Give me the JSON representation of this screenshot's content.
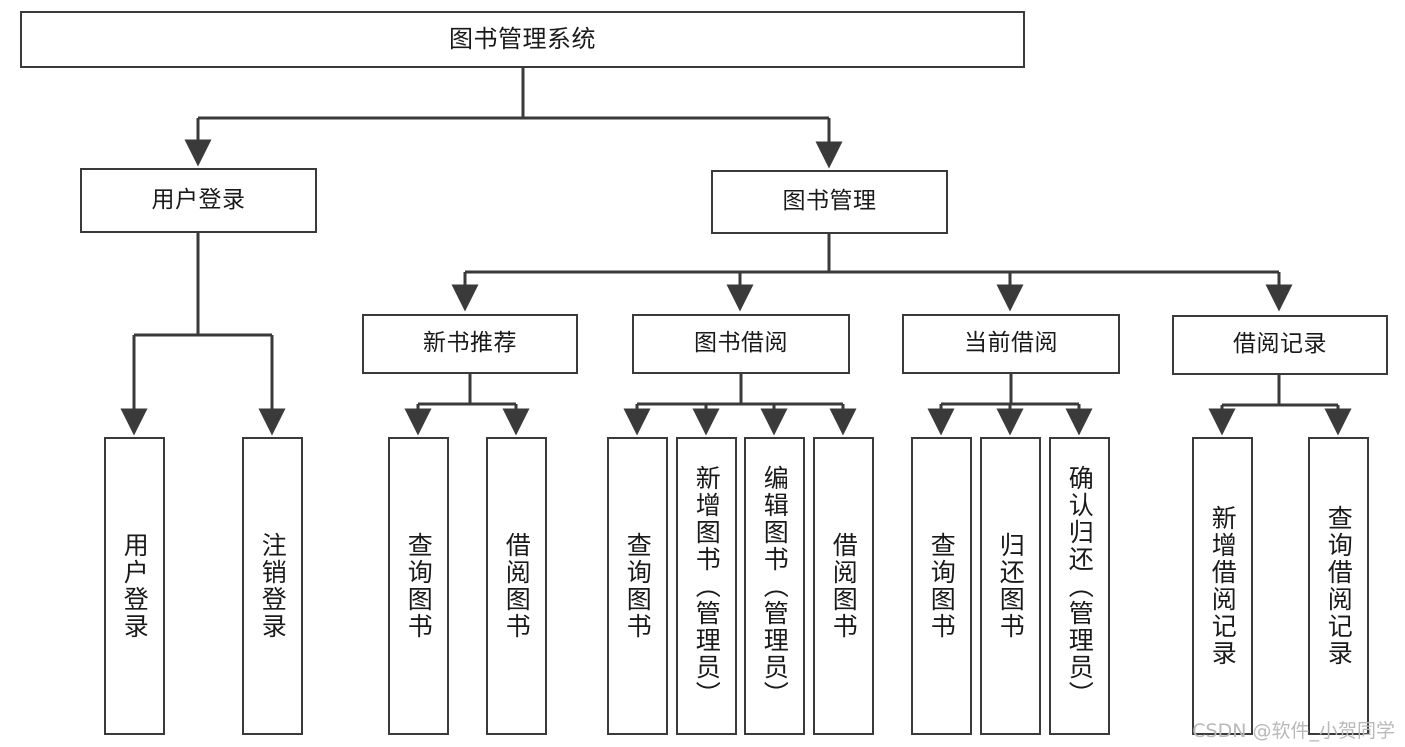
{
  "diagram": {
    "title": "图书管理系统",
    "type": "tree-hierarchy-chart",
    "orientation": "top-down",
    "watermark": "CSDN @软件_小贺同学",
    "colors": {
      "box_border": "#3a3a3a",
      "box_fill": "#ffffff",
      "edge": "#3a3a3a",
      "text": "#1a1a1a",
      "watermark": "#b9b9b9",
      "background": "#ffffff"
    },
    "nodes": {
      "root": {
        "label": "图书管理系统"
      },
      "level2": [
        {
          "id": "user-login",
          "label": "用户登录"
        },
        {
          "id": "book-manage",
          "label": "图书管理"
        }
      ],
      "level3": [
        {
          "id": "new-book-recommend",
          "label": "新书推荐"
        },
        {
          "id": "book-borrow",
          "label": "图书借阅"
        },
        {
          "id": "current-borrow",
          "label": "当前借阅"
        },
        {
          "id": "borrow-record",
          "label": "借阅记录"
        }
      ],
      "leaves": {
        "user-login": [
          {
            "id": "user-login-action",
            "label": "用户登录"
          },
          {
            "id": "user-logout-action",
            "label": "注销登录"
          }
        ],
        "new-book-recommend": [
          {
            "id": "query-book-1",
            "label": "查询图书"
          },
          {
            "id": "borrow-book-1",
            "label": "借阅图书"
          }
        ],
        "book-borrow": [
          {
            "id": "query-book-2",
            "label": "查询图书"
          },
          {
            "id": "add-book",
            "label": "新增图书（管理员）"
          },
          {
            "id": "edit-book",
            "label": "编辑图书（管理员）"
          },
          {
            "id": "borrow-book-2",
            "label": "借阅图书"
          }
        ],
        "current-borrow": [
          {
            "id": "query-book-3",
            "label": "查询图书"
          },
          {
            "id": "return-book",
            "label": "归还图书"
          },
          {
            "id": "confirm-return",
            "label": "确认归还（管理员）"
          }
        ],
        "borrow-record": [
          {
            "id": "add-borrow-record",
            "label": "新增借阅记录"
          },
          {
            "id": "query-borrow-record",
            "label": "查询借阅记录"
          }
        ]
      }
    }
  }
}
